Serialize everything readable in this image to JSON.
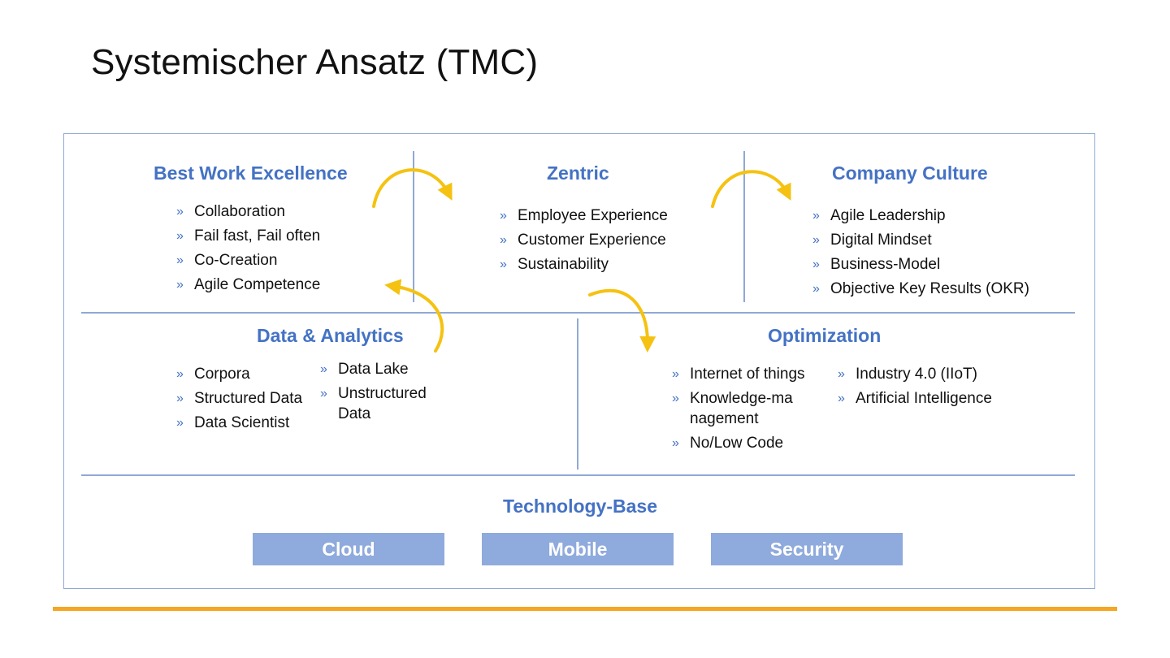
{
  "slide": {
    "title": "Systemischer Ansatz (TMC)"
  },
  "sections": {
    "best_work": {
      "heading": "Best Work Excellence",
      "items": [
        "Collaboration",
        "Fail fast, Fail often",
        "Co-Creation",
        "Agile Competence"
      ]
    },
    "zentric": {
      "heading": "Zentric",
      "items": [
        "Employee Experience",
        "Customer Experience",
        "Sustainability"
      ]
    },
    "company_culture": {
      "heading": "Company Culture",
      "items": [
        "Agile Leadership",
        "Digital Mindset",
        "Business-Model",
        "Objective Key Results (OKR)"
      ]
    },
    "data_analytics": {
      "heading": "Data & Analytics",
      "items_left": [
        "Corpora",
        "Structured Data",
        "Data Scientist"
      ],
      "items_right": [
        "Data Lake",
        "Unstructured Data"
      ]
    },
    "optimization": {
      "heading": "Optimization",
      "items_left": [
        "Internet of things",
        "Knowledge-management",
        "No/Low Code"
      ],
      "items_right": [
        "Industry 4.0 (IIoT)",
        "Artificial Intelligence"
      ]
    },
    "technology_base": {
      "heading": "Technology-Base",
      "boxes": [
        "Cloud",
        "Mobile",
        "Security"
      ]
    }
  },
  "colors": {
    "heading": "#4472c4",
    "divider": "#8fa9d6",
    "arrow": "#f5c211",
    "tech_box": "#8faadc",
    "bottom_bar": "#f5a623"
  },
  "icons": {
    "bullet": "double-chevron-right-icon",
    "flow": "curved-arrow-icon"
  }
}
